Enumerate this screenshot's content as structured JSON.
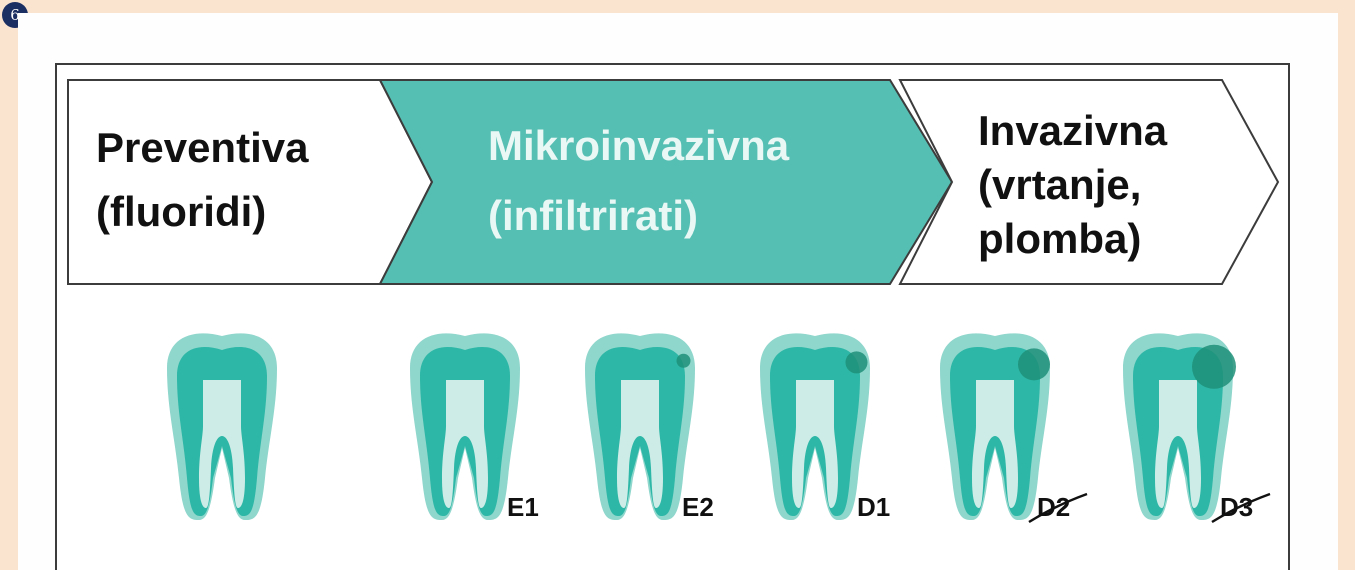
{
  "figure_number": "6",
  "stages": [
    {
      "line1": "Preventiva",
      "line2": "(fluoridi)",
      "line3": ""
    },
    {
      "line1": "Mikroinvazivna",
      "line2": "(infiltrirati)",
      "line3": ""
    },
    {
      "line1": "Invazivna",
      "line2": "(vrtanje,",
      "line3": "plomba)"
    }
  ],
  "teeth": [
    {
      "label": "",
      "lesion": "none",
      "crossed": false
    },
    {
      "label": "E1",
      "lesion": "none",
      "crossed": false
    },
    {
      "label": "E2",
      "lesion": "small",
      "crossed": false
    },
    {
      "label": "D1",
      "lesion": "medium",
      "crossed": false
    },
    {
      "label": "D2",
      "lesion": "large",
      "crossed": true
    },
    {
      "label": "D3",
      "lesion": "xlarge",
      "crossed": true
    }
  ],
  "colors": {
    "accent": "#56bfb3",
    "tooth_outer": "#8fd6cc",
    "tooth_body": "#2db7a6",
    "pulp": "#cdece7",
    "lesion": "#1f8f78"
  }
}
